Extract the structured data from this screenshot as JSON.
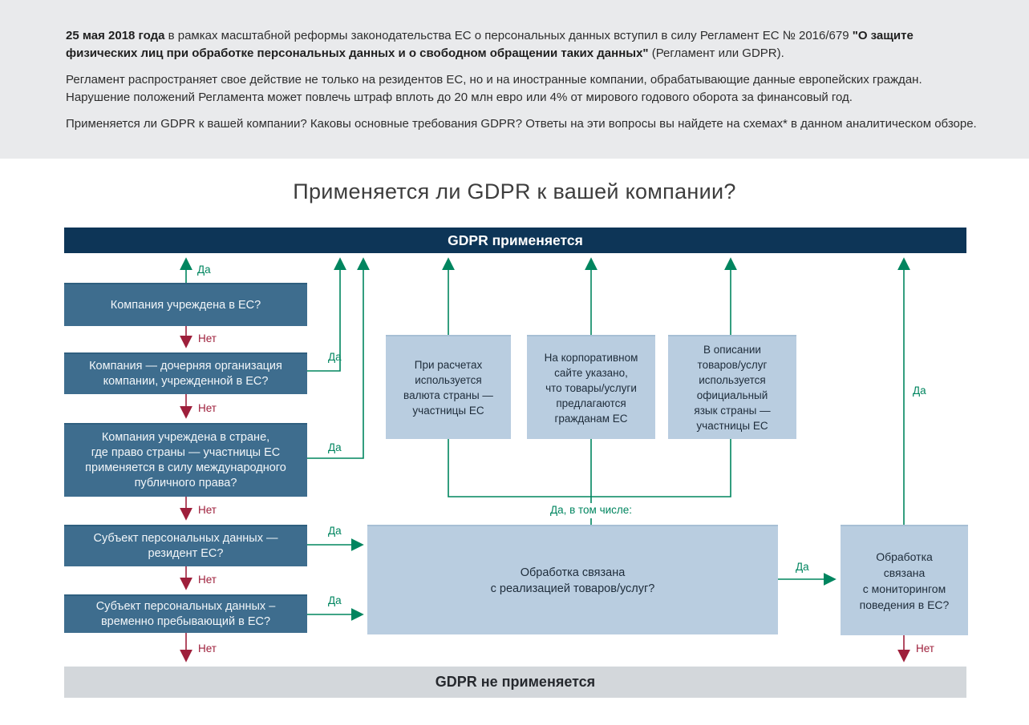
{
  "intro": {
    "p1_bold1": "25 мая 2018 года",
    "p1_text1": " в рамках масштабной реформы законодательства ЕС о персональных данных вступил в силу Регламент ЕС № 2016/679 ",
    "p1_bold2": "\"О защите физических лиц при обработке персональных данных и о свободном обращении таких данных\"",
    "p1_text2": " (Регламент или GDPR).",
    "p2": "Регламент распространяет свое действие не только на резидентов ЕС, но и на иностранные компании, обрабатывающие данные европейских граждан. Нарушение положений Регламента может повлечь штраф вплоть до 20 млн евро или 4% от мирового годового оборота за финансовый год.",
    "p3": "Применяется ли GDPR к вашей компании? Каковы основные требования GDPR? Ответы на эти вопросы вы найдете на схемах* в данном аналитическом обзоре."
  },
  "diagram": {
    "title": "Применяется ли GDPR к вашей компании?",
    "top_bar": "GDPR применяется",
    "bottom_bar": "GDPR не применяется",
    "left_questions": [
      "Компания учреждена в ЕС?",
      "Компания — дочерняя организация\nкомпании, учрежденной в ЕС?",
      "Компания учреждена в стране,\nгде право страны — участницы ЕС\nприменяется в силу международного\nпубличного права?",
      "Субъект персональных данных —\nрезидент ЕС?",
      "Субъект персональных данных –\nвременно пребывающий в ЕС?"
    ],
    "criteria": [
      "При расчетах\nиспользуется\nвалюта страны —\nучастницы ЕС",
      "На корпоративном\nсайте указано,\nчто товары/услуги\nпредлагаются\nгражданам ЕС",
      "В описании\nтоваров/услуг\nиспользуется\nофициальный\nязык страны —\nучастницы ЕС"
    ],
    "big_question": "Обработка связана\nс реализацией товаров/услуг?",
    "monitoring_question": "Обработка\nсвязана\nс мониторингом\nповедения в ЕС?",
    "labels": {
      "yes": "Да",
      "no": "Нет",
      "yes_including": "Да, в том числе:"
    },
    "colors": {
      "intro_band": "#e9eaec",
      "top_bar": "#0d3557",
      "question_box": "#3e6d8e",
      "criteria_box": "#b9cde0",
      "bottom_bar": "#d3d7db",
      "yes_green": "#00855f",
      "no_red": "#9e1f3b"
    }
  }
}
